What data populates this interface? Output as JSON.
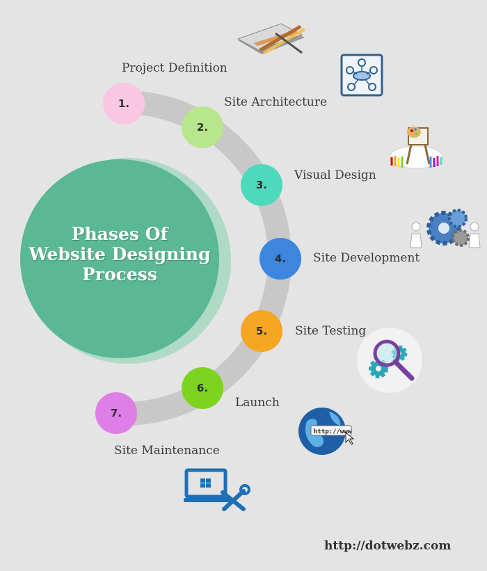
{
  "title_lines": [
    "Phases Of",
    "Website Designing",
    "Process"
  ],
  "phases": [
    {
      "num": "1.",
      "label": "Project Definition",
      "color": "#f9c7e1",
      "icon": "pencil-ruler-icon"
    },
    {
      "num": "2.",
      "label": "Site Architecture",
      "color": "#b8e68c",
      "icon": "sitemap-icon"
    },
    {
      "num": "3.",
      "label": "Visual Design",
      "color": "#4dd9bc",
      "icon": "palette-easel-icon"
    },
    {
      "num": "4.",
      "label": "Site Development",
      "color": "#3d86e0",
      "icon": "gears-team-icon"
    },
    {
      "num": "5.",
      "label": "Site Testing",
      "color": "#f5a623",
      "icon": "magnifier-gear-icon"
    },
    {
      "num": "6.",
      "label": "Launch",
      "color": "#7ed321",
      "icon": "globe-url-icon"
    },
    {
      "num": "7.",
      "label": "Site Maintenance",
      "color": "#dd7fe6",
      "icon": "laptop-tools-icon"
    }
  ],
  "globe_text": "http://www",
  "url": "http://dotwebz.com",
  "colors": {
    "background": "#e4e4e4",
    "arc": "#c8c8c8",
    "center_circle": "#5bb894",
    "title_text": "#ffffff"
  }
}
